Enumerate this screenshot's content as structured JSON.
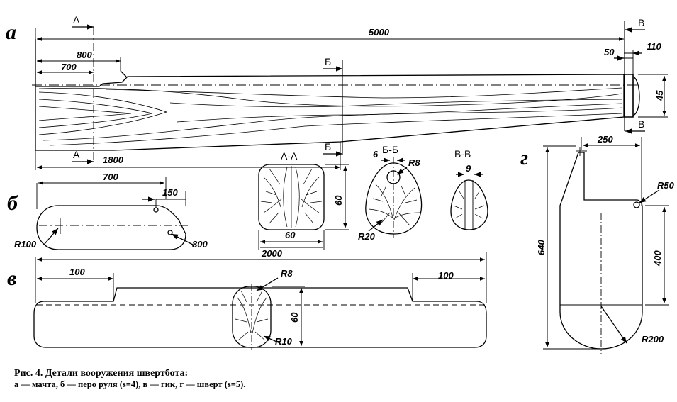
{
  "parts": {
    "mast": "а",
    "rudder": "б",
    "boom": "в",
    "centerboard": "г"
  },
  "mast": {
    "total_length": "5000",
    "dim_800": "800",
    "dim_700": "700",
    "dim_1800": "1800",
    "dim_50": "50",
    "dim_110": "110",
    "dim_45": "45",
    "sec_a": "А",
    "sec_b": "Б",
    "sec_v": "В"
  },
  "sections": {
    "aa_title": "А-А",
    "aa_width": "60",
    "aa_height": "60",
    "aa_under": "2000",
    "bb_title": "Б-Б",
    "bb_dim": "6",
    "bb_r8": "R8",
    "bb_r20": "R20",
    "vv_title": "В-В",
    "vv_dim": "9"
  },
  "rudder": {
    "length": "700",
    "dim_150": "150",
    "radius": "R100",
    "hole": "800"
  },
  "boom": {
    "dim_left": "100",
    "dim_right": "100",
    "r8": "R8",
    "height": "60",
    "r10": "R10"
  },
  "centerboard": {
    "dim_250": "250",
    "r50": "R50",
    "height": "640",
    "dim_400": "400",
    "r200": "R200"
  },
  "caption": {
    "title": "Рис. 4. Детали вооружения швертбота:",
    "subtitle": "а — мачта, б — перо руля (s=4), в — гик, г — шверт (s=5)."
  }
}
